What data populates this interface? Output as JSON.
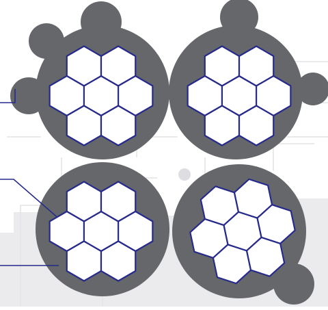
{
  "colors": {
    "background": "#ffffff",
    "backdrop_fill": "#ebebee",
    "backdrop_line": "#e3e3e7",
    "backdrop_dot": "#dedee2",
    "disc": "#66676b",
    "hex_fill": "#ffffff",
    "hex_outline": "#262a8a",
    "leader_line": "#262a8a"
  },
  "diagram": {
    "items": [
      {
        "name": "top-left",
        "cells": 7,
        "arrangement": "hexagonal-cluster"
      },
      {
        "name": "top-right",
        "cells": 7,
        "arrangement": "hexagonal-cluster"
      },
      {
        "name": "bottom-left",
        "cells": 7,
        "arrangement": "hexagonal-cluster"
      },
      {
        "name": "bottom-right",
        "cells": 7,
        "arrangement": "rotated-hexagonal-cluster"
      }
    ]
  }
}
